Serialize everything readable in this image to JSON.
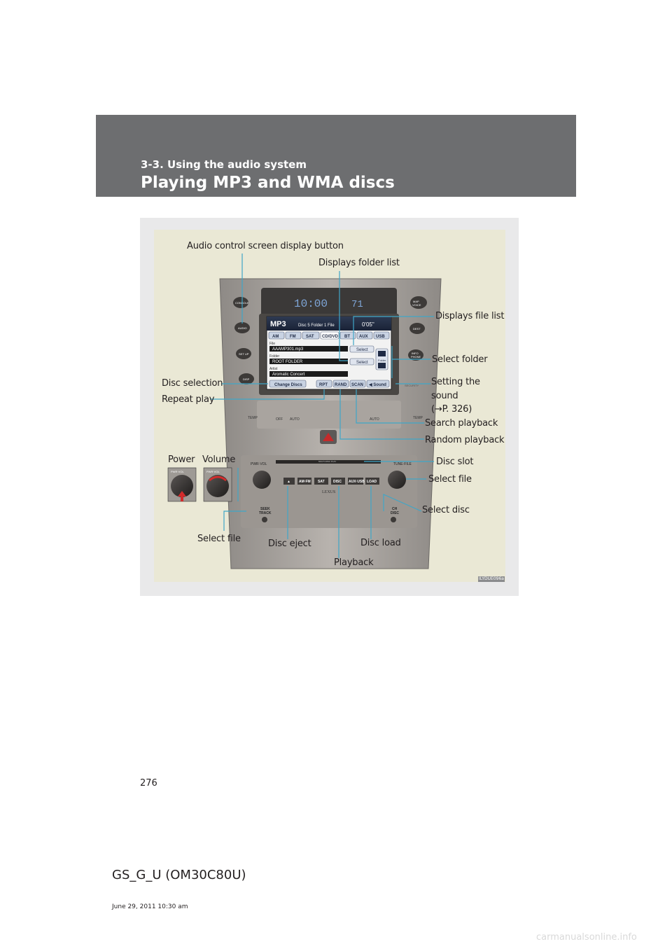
{
  "header": {
    "section": "3-3. Using the audio system",
    "title": "Playing MP3 and WMA discs"
  },
  "figure": {
    "image_id": "ILYDUE096a",
    "labels": {
      "audio_control": "Audio control screen display button",
      "folder_list": "Displays folder list",
      "file_list": "Displays file list",
      "select_folder": "Select folder",
      "disc_selection": "Disc selection",
      "setting_sound_1": "Setting the",
      "setting_sound_2": "sound",
      "setting_sound_3": "(→P. 326)",
      "repeat_play": "Repeat play",
      "search_playback": "Search playback",
      "random_playback": "Random playback",
      "power": "Power",
      "volume": "Volume",
      "disc_slot": "Disc slot",
      "select_file_right": "Select file",
      "select_disc": "Select disc",
      "select_file_left": "Select file",
      "disc_eject": "Disc eject",
      "disc_load": "Disc load",
      "playback": "Playback"
    },
    "screen": {
      "mode": "MP3",
      "disc_info": "Disc 5",
      "folder_info": "Folder 1",
      "file_info": "File",
      "time": "0'05\"",
      "clock": "10:00",
      "temp": "71",
      "tabs": [
        "AM",
        "FM",
        "SAT",
        "CD/DVD",
        "BT",
        "AUX",
        "USB"
      ],
      "file_label": "File",
      "file_value": "AAAMP301.mp3",
      "folder_label": "Folder",
      "folder_value": "ROOT FOLDER",
      "artist_label": "Artist",
      "artist_value": "Aromatic Concert",
      "select": "Select",
      "folder_word": "Folder",
      "change_discs": "Change Discs",
      "rpt": "RPT",
      "rand": "RAND",
      "scan": "SCAN",
      "sound": "◀ Sound"
    },
    "console": {
      "left_buttons": [
        "CONSOLE",
        "AUDIO",
        "SET UP",
        "DISP"
      ],
      "right_buttons": [
        "MAP VOICE",
        "DEST",
        "INFO PHONE",
        "SECURITY"
      ],
      "pwr_vol": "PWR·VOL",
      "tune_file": "TUNE·FILE",
      "slot_label": "MULTI-DISC PLAY",
      "bottom_buttons": [
        "▲",
        "AM·FM",
        "SAT",
        "DISC",
        "AUX·USB",
        "LOAD"
      ],
      "seek_track": "SEEK TRACK",
      "ch_disc": "CH DISC",
      "temp_left": "TEMP",
      "temp_right": "TEMP",
      "off": "OFF",
      "auto_left": "AUTO",
      "auto_right": "AUTO",
      "brand": "LEXUS",
      "knob_label": "PWR·VOL"
    }
  },
  "page_number": "276",
  "doc_id": "GS_G_U (OM30C80U)",
  "doc_date": "June 29, 2011 10:30 am",
  "watermark": "carmanualsonline.info"
}
